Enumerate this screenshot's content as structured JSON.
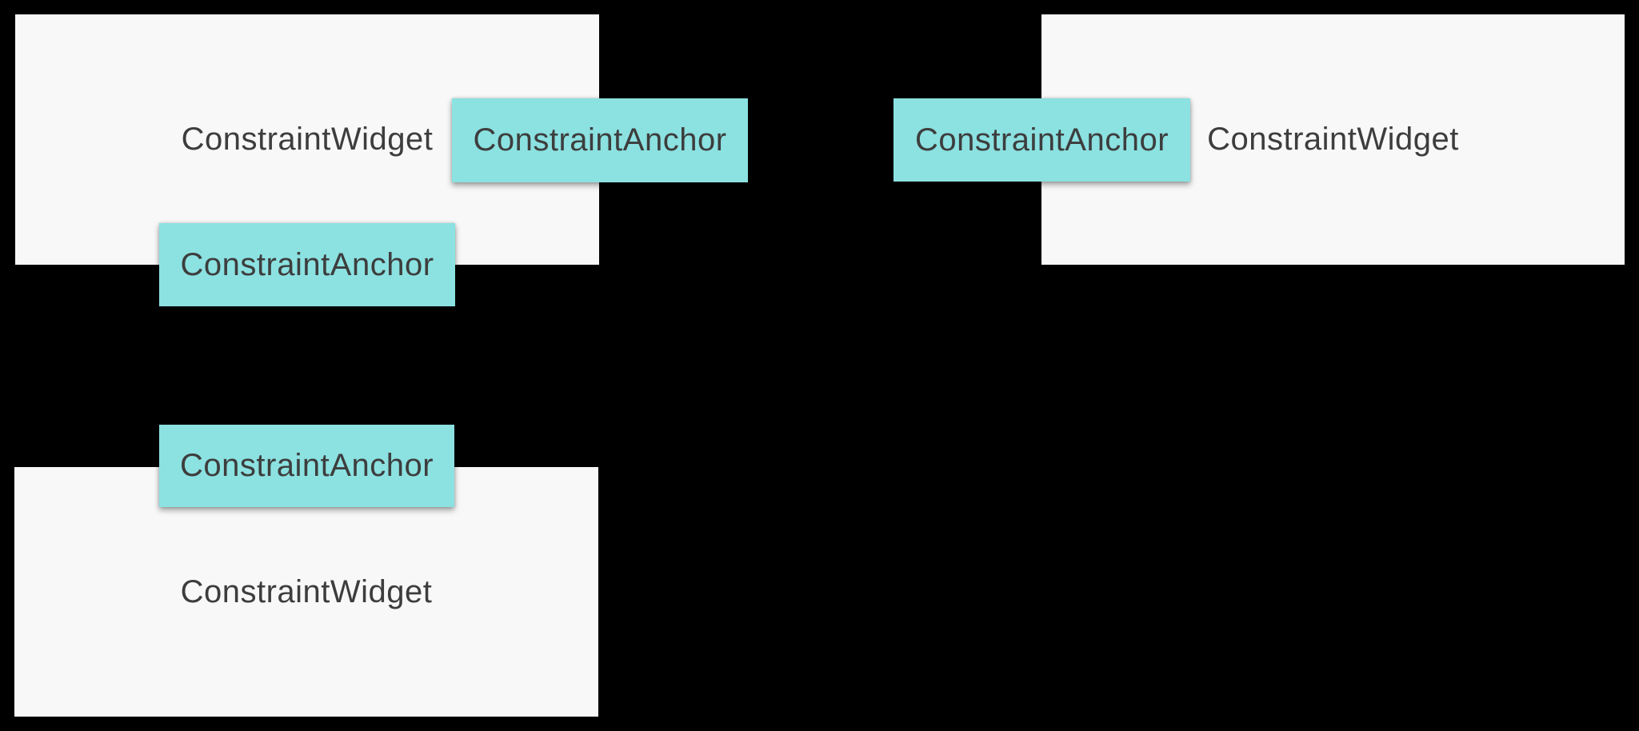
{
  "diagram": {
    "background": "#000000",
    "colors": {
      "widget_fill": "#f8f8f8",
      "anchor_fill": "#8ce1e1",
      "label_text": "#3d3d3d"
    },
    "widgets": [
      {
        "position": "top-left",
        "label": "ConstraintWidget"
      },
      {
        "position": "top-right",
        "label": "ConstraintWidget"
      },
      {
        "position": "bottom-left",
        "label": "ConstraintWidget"
      }
    ],
    "anchors": [
      {
        "attached_to": "top-left-widget-right-edge",
        "label": "ConstraintAnchor"
      },
      {
        "attached_to": "top-left-widget-bottom-edge",
        "label": "ConstraintAnchor"
      },
      {
        "attached_to": "top-right-widget-left-edge",
        "label": "ConstraintAnchor"
      },
      {
        "attached_to": "bottom-left-widget-top-edge",
        "label": "ConstraintAnchor"
      }
    ]
  }
}
